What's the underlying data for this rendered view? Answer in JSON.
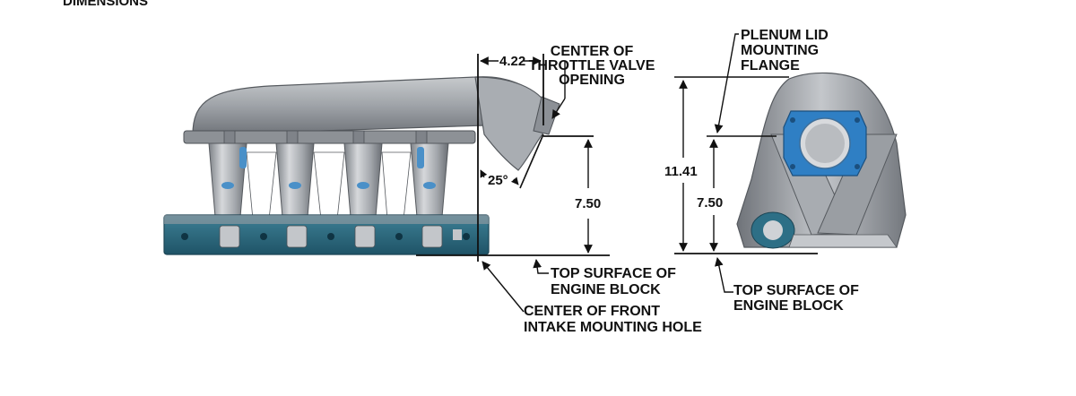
{
  "header": {
    "partial_heading": "DIMENSIONS"
  },
  "side_view": {
    "dim_throttle_offset": "4.22",
    "dim_angle": "25°",
    "dim_height": "7.50",
    "label_throttle": [
      "CENTER OF",
      "THROTTLE VALVE",
      "OPENING"
    ],
    "label_top_surface": [
      "TOP SURFACE OF",
      "ENGINE BLOCK"
    ],
    "label_front_hole": [
      "CENTER OF FRONT",
      "INTAKE MOUNTING HOLE"
    ]
  },
  "end_view": {
    "dim_overall": "11.41",
    "dim_height": "7.50",
    "label_plenum": [
      "PLENUM LID",
      "MOUNTING",
      "FLANGE"
    ],
    "label_top_surface": [
      "TOP SURFACE OF",
      "ENGINE BLOCK"
    ]
  },
  "colors": {
    "casting": "#9a9ea4",
    "casting_dark": "#6e7278",
    "casting_light": "#c9ccd0",
    "flange_blue": "#2f7fc4",
    "gasket_teal": "#2d6f86"
  }
}
